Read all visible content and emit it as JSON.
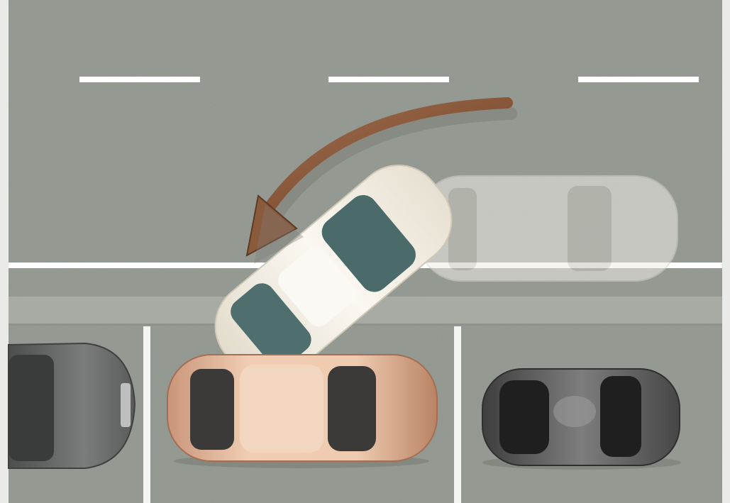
{
  "scene": {
    "description_visible_text": "",
    "colors": {
      "asphalt": "#979c95",
      "curb": "#a9ada5",
      "lane_marking": "#ffffff",
      "arrow": "#8a5a3c",
      "car_parked_left": "#6a6b6b",
      "car_front": "#d8ad92",
      "car_moving": "#f1ece1",
      "car_ghost": "#e6e4dc",
      "car_parked_right": "#5b5b5b",
      "window_tint": "#4e6f6e"
    },
    "elements": {
      "road": "road-surface",
      "sidewalk": "curb-strip",
      "parking_spaces": 3,
      "cars": [
        "parked-car-left",
        "parked-car-front",
        "moving-car",
        "ghost-car",
        "parked-car-right"
      ],
      "motion_arrow": "curved-arrow-reverse-into-space"
    }
  }
}
